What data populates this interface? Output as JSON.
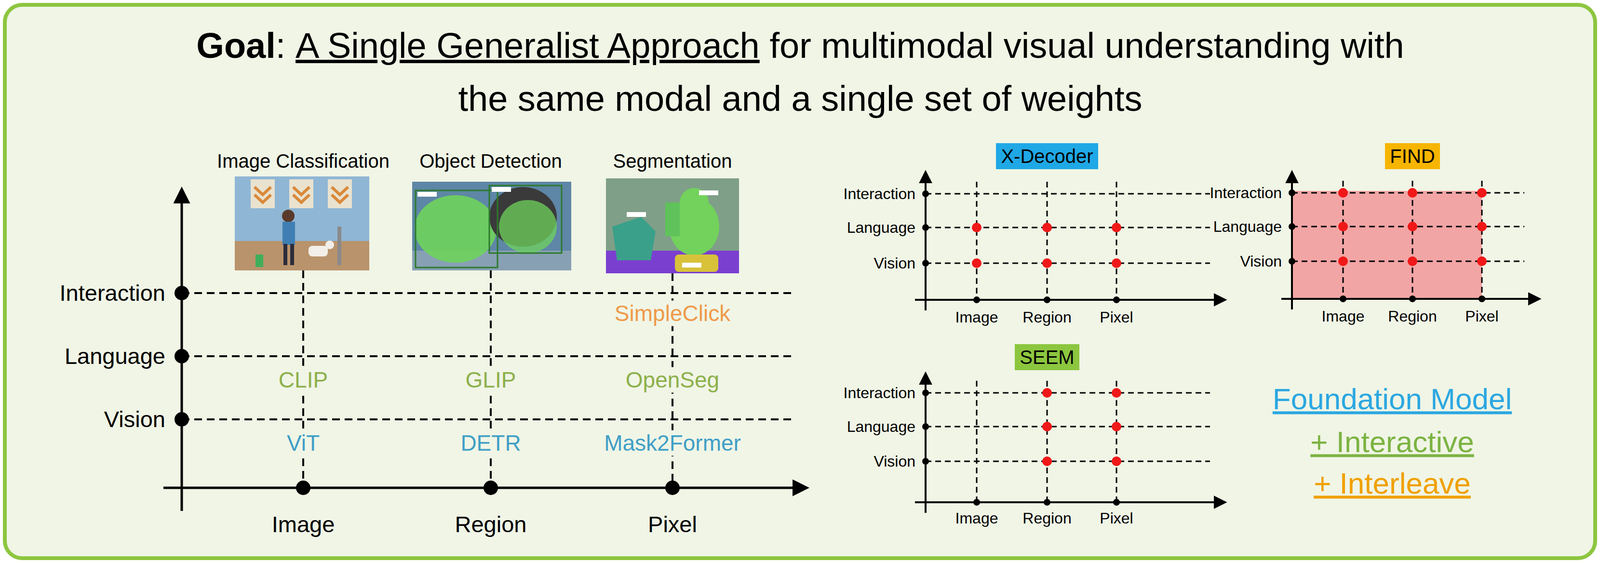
{
  "diagram": {
    "nodes": [
      {
        "text": [
          "X-Decoder"
        ]
      },
      {
        "text": [
          "FIND"
        ]
      },
      {
        "text": [
          "SEEM"
        ]
      }
    ],
    "labels": [
      "Goal",
      ":",
      "A Single Generalist Approach",
      "for multimodal visual understanding with the same modal and a single set of weights",
      "Image Classification",
      "Object Detection",
      "Segmentation",
      "Interaction",
      "Language",
      "Vision",
      "SimpleClick",
      "CLIP",
      "GLIP",
      "OpenSeg",
      "ViT",
      "DETR",
      "Mask2Former",
      "Image",
      "Region",
      "Pixel",
      "Interaction",
      "Language",
      "Vision",
      "Image",
      "Region",
      "Pixel",
      "Interaction",
      "Language",
      "Vision",
      "Image",
      "Region",
      "Pixel",
      "Interaction",
      "Language",
      "Vision",
      "Image",
      "Region",
      "Pixel",
      "Foundation Model",
      "+ Interactive",
      "+ Interleave"
    ]
  }
}
